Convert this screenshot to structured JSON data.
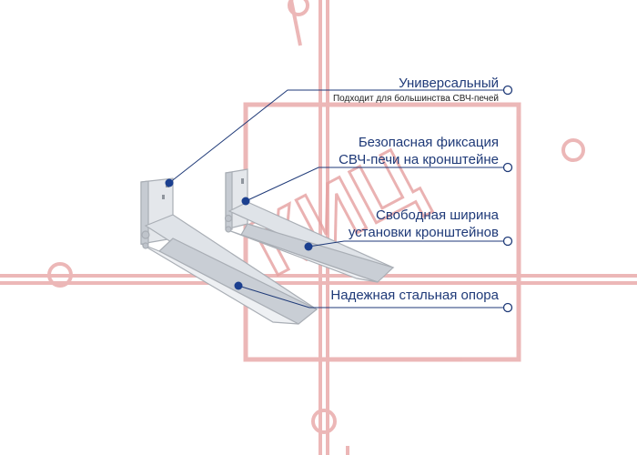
{
  "callouts": [
    {
      "title": "Универсальный",
      "subtitle": "Подходит для большинства СВЧ-печей"
    },
    {
      "line1": "Безопасная фиксация",
      "line2": "СВЧ-печи на кронштейне"
    },
    {
      "line1": "Свободная ширина",
      "line2": "установки кронштейнов"
    },
    {
      "title": "Надежная стальная опора"
    }
  ],
  "watermark": {
    "text": "КИЦ"
  },
  "colors": {
    "accent": "#1f3a78",
    "marker": "#1b3f8f",
    "watermark": "#e6a0a0",
    "bracket": "#d9dde2"
  }
}
